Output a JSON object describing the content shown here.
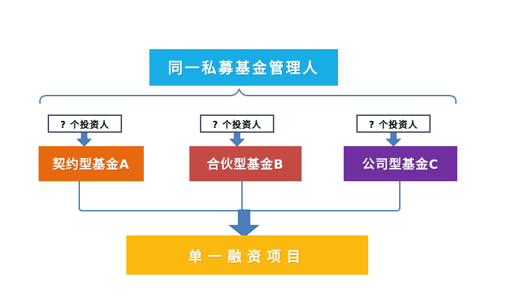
{
  "diagram": {
    "title_box": {
      "label": "同一私募基金管理人",
      "color": "#19ADE6"
    },
    "investor_boxes": [
      {
        "label": "? 个投资人"
      },
      {
        "label": "? 个投资人"
      },
      {
        "label": "? 个投资人"
      }
    ],
    "fund_boxes": [
      {
        "label": "契约型基金A",
        "color": "#E7690E"
      },
      {
        "label": "合伙型基金B",
        "color": "#C44B44"
      },
      {
        "label": "公司型基金C",
        "color": "#7030A0"
      }
    ],
    "bottom_box": {
      "label": "单一融资项目",
      "color": "#FBB90F"
    },
    "connector_color": "#4F81BD",
    "arrow_fill": "#4C7FBE",
    "arrow_stroke": "#3A6EA5",
    "investor_border_color": "#44546A"
  }
}
